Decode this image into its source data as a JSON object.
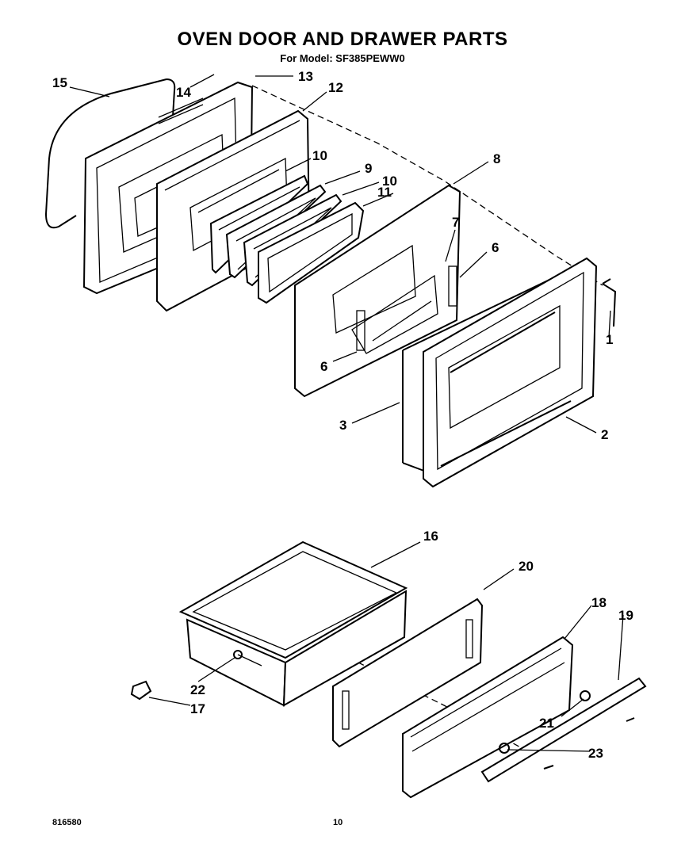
{
  "header": {
    "title": "OVEN DOOR AND DRAWER PARTS",
    "model": "For Model: SF385PEWW0"
  },
  "footer": {
    "code": "816580",
    "page": "10"
  },
  "callouts": {
    "c1": "1",
    "c2": "2",
    "c3": "3",
    "c6a": "6",
    "c6b": "6",
    "c7": "7",
    "c8": "8",
    "c9": "9",
    "c10a": "10",
    "c10b": "10",
    "c11": "11",
    "c12": "12",
    "c13": "13",
    "c14": "14",
    "c15": "15",
    "c16": "16",
    "c17": "17",
    "c18": "18",
    "c19": "19",
    "c20": "20",
    "c21": "21",
    "c22": "22",
    "c23": "23"
  }
}
